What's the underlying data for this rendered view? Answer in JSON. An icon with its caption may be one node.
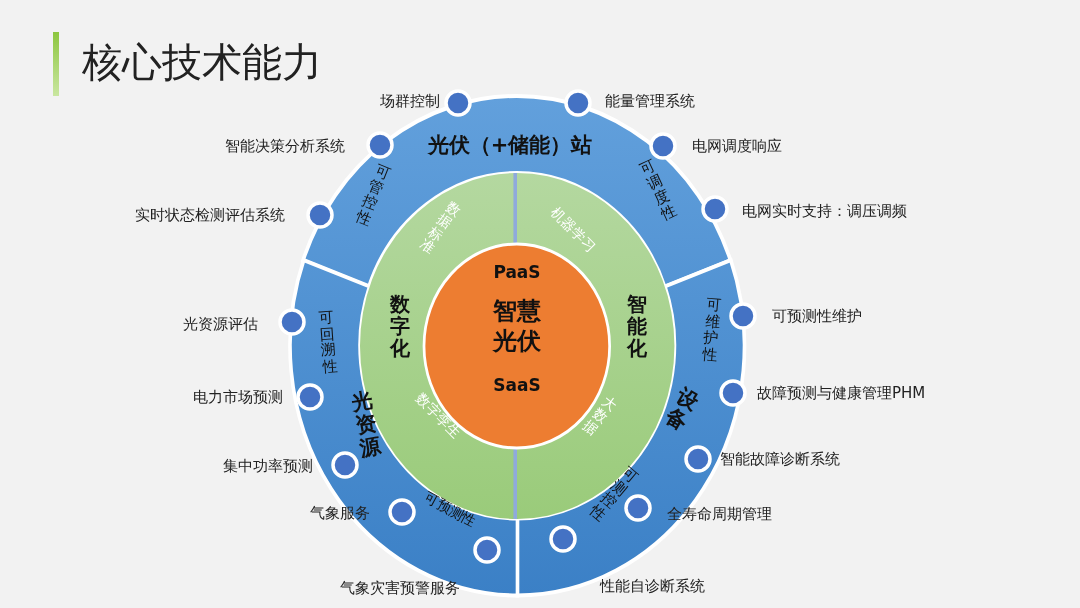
{
  "diagram": {
    "title": "核心技术能力",
    "nodes": [
      {
        "text": [
          "光伏（+储能）站",
          "可管控性",
          "可调度性"
        ]
      },
      {
        "text": [
          "设备",
          "可维护性",
          "可测控性"
        ]
      },
      {
        "text": [
          "光资源",
          "可回溯性",
          "可预测性"
        ]
      },
      {
        "text": [
          "数字化",
          "数据标准",
          "数字孪生"
        ]
      },
      {
        "text": [
          "智能化",
          "机器学习",
          "大数据"
        ]
      },
      {
        "text": [
          "PaaS",
          "智慧光伏",
          "SaaS"
        ]
      }
    ],
    "labels": [
      "场群控制",
      "能量管理系统",
      "智能决策分析系统",
      "电网调度响应",
      "实时状态检测评估系统",
      "电网实时支持：调压调频",
      "光资源评估",
      "可预测性维护",
      "电力市场预测",
      "故障预测与健康管理PHM",
      "集中功率预测",
      "智能故障诊断系统",
      "气象服务",
      "全寿命周期管理",
      "气象灾害预警服务",
      "性能自诊断系统"
    ]
  }
}
